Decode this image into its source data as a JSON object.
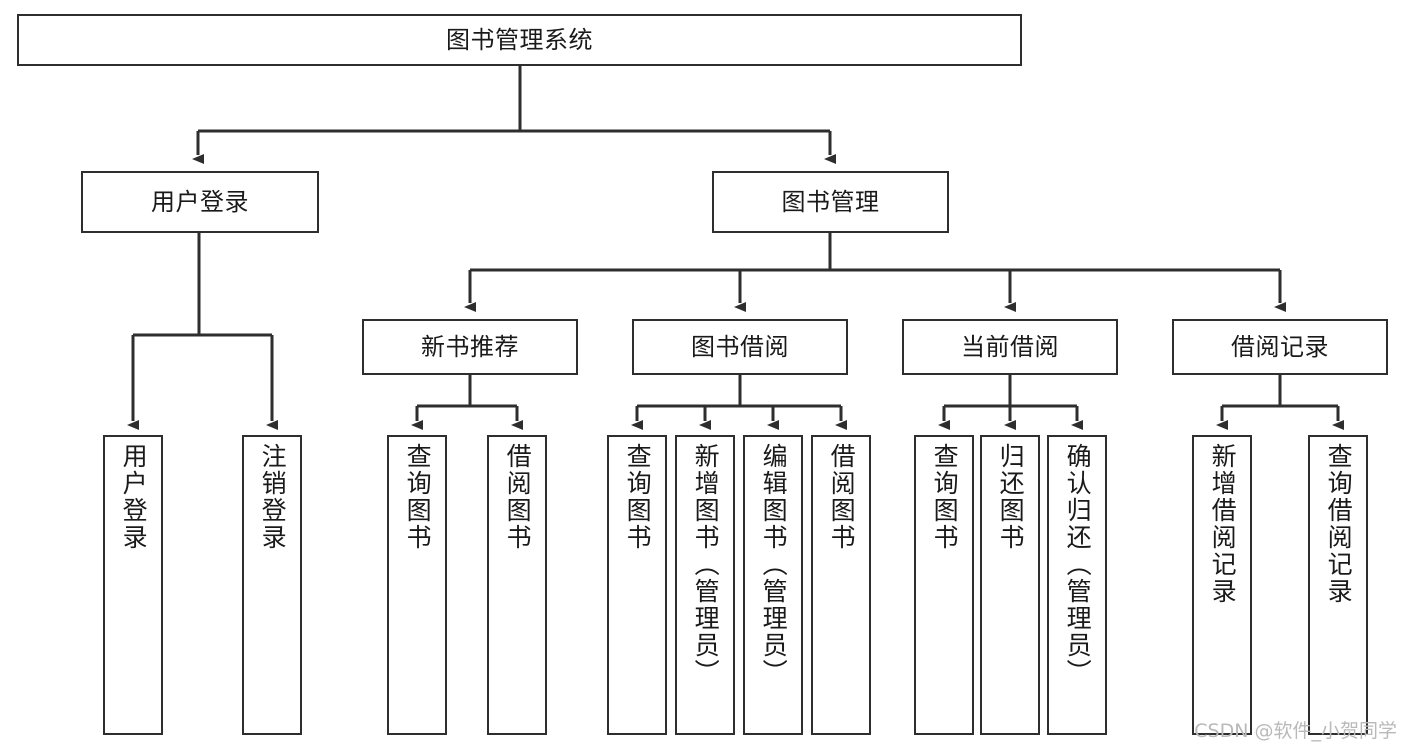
{
  "diagram": {
    "title": "图书管理系统",
    "type": "tree-hierarchy",
    "orientation": "top-down",
    "colors": {
      "stroke": "#2e2e2e",
      "fill": "#ffffff",
      "text": "#1a1a1a",
      "watermark": "#b9b9b9"
    }
  },
  "root": {
    "label": "图书管理系统"
  },
  "level2": [
    {
      "label": "用户登录"
    },
    {
      "label": "图书管理"
    }
  ],
  "level3": [
    {
      "label": "新书推荐"
    },
    {
      "label": "图书借阅"
    },
    {
      "label": "当前借阅"
    },
    {
      "label": "借阅记录"
    }
  ],
  "leaves": {
    "user_login": [
      {
        "label": "用户登录"
      },
      {
        "label": "注销登录"
      }
    ],
    "new_book_recommend": [
      {
        "label": "查询图书"
      },
      {
        "label": "借阅图书"
      }
    ],
    "book_borrow": [
      {
        "label": "查询图书"
      },
      {
        "label": "新增图书（管理员）"
      },
      {
        "label": "编辑图书（管理员）"
      },
      {
        "label": "借阅图书"
      }
    ],
    "current_borrow": [
      {
        "label": "查询图书"
      },
      {
        "label": "归还图书"
      },
      {
        "label": "确认归还（管理员）"
      }
    ],
    "borrow_record": [
      {
        "label": "新增借阅记录"
      },
      {
        "label": "查询借阅记录"
      }
    ]
  },
  "watermark": {
    "text": "CSDN @软件_小贺同学"
  }
}
